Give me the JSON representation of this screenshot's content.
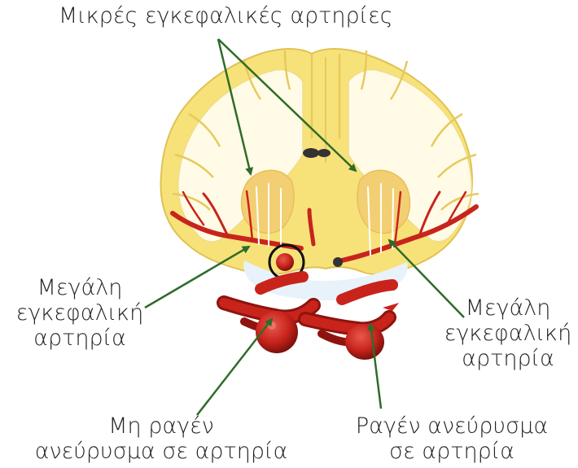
{
  "labels": {
    "small_arteries": "Μικρές εγκεφαλικές αρτηρίες",
    "large_artery_left": [
      "Μεγάλη",
      "εγκεφαλική",
      "αρτηρία"
    ],
    "large_artery_right": [
      "Μεγάλη",
      "εγκεφαλική",
      "αρτηρία"
    ],
    "unruptured": [
      "Μη ραγέν",
      "ανεύρυσμα σε αρτηρία"
    ],
    "ruptured": [
      "Ραγέν ανεύρυσμα",
      "σε αρτηρία"
    ]
  },
  "colors": {
    "white_matter": "#fffbe6",
    "gray_matter": "#f7e27a",
    "deep_gray": "#f3cf73",
    "artery": "#c8241c",
    "artery_dark": "#8e130e",
    "ventricle": "#e8f2fb",
    "pointer": "#2f6b2a"
  }
}
